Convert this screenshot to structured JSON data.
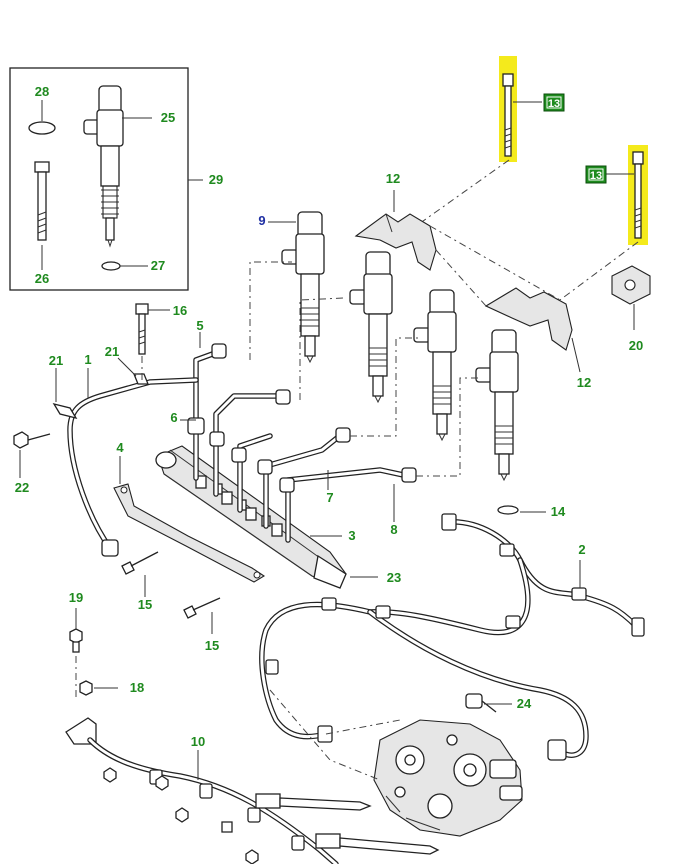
{
  "colors": {
    "callout_green": "#1f8a1f",
    "callout_blue": "#1f2fa3",
    "highlight_yellow": "#f4ea1c",
    "badge_green": "#1e8c1e",
    "line": "#222222"
  },
  "callouts": [
    {
      "id": "28",
      "label": "28",
      "color": "green"
    },
    {
      "id": "25",
      "label": "25",
      "color": "green"
    },
    {
      "id": "29",
      "label": "29",
      "color": "green"
    },
    {
      "id": "26",
      "label": "26",
      "color": "green"
    },
    {
      "id": "27",
      "label": "27",
      "color": "green"
    },
    {
      "id": "9",
      "label": "9",
      "color": "blue"
    },
    {
      "id": "12a",
      "label": "12",
      "color": "green"
    },
    {
      "id": "12b",
      "label": "12",
      "color": "green"
    },
    {
      "id": "20",
      "label": "20",
      "color": "green"
    },
    {
      "id": "16",
      "label": "16",
      "color": "green"
    },
    {
      "id": "5",
      "label": "5",
      "color": "green"
    },
    {
      "id": "21a",
      "label": "21",
      "color": "green"
    },
    {
      "id": "1",
      "label": "1",
      "color": "green"
    },
    {
      "id": "21b",
      "label": "21",
      "color": "green"
    },
    {
      "id": "6",
      "label": "6",
      "color": "green"
    },
    {
      "id": "22",
      "label": "22",
      "color": "green"
    },
    {
      "id": "4",
      "label": "4",
      "color": "green"
    },
    {
      "id": "7",
      "label": "7",
      "color": "green"
    },
    {
      "id": "8",
      "label": "8",
      "color": "green"
    },
    {
      "id": "14",
      "label": "14",
      "color": "green"
    },
    {
      "id": "3",
      "label": "3",
      "color": "green"
    },
    {
      "id": "2",
      "label": "2",
      "color": "green"
    },
    {
      "id": "23",
      "label": "23",
      "color": "green"
    },
    {
      "id": "15a",
      "label": "15",
      "color": "green"
    },
    {
      "id": "15b",
      "label": "15",
      "color": "green"
    },
    {
      "id": "19",
      "label": "19",
      "color": "green"
    },
    {
      "id": "18",
      "label": "18",
      "color": "green"
    },
    {
      "id": "24",
      "label": "24",
      "color": "green"
    },
    {
      "id": "10",
      "label": "10",
      "color": "green"
    }
  ],
  "highlight_badges": [
    {
      "id": "13a",
      "label": "13"
    },
    {
      "id": "13b",
      "label": "13"
    }
  ]
}
